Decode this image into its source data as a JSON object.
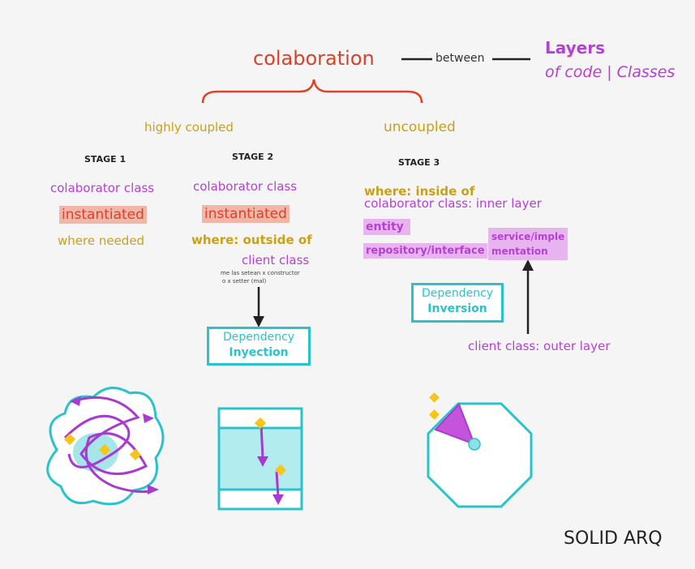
{
  "header": {
    "colaboration": "colaboration",
    "between": "between",
    "layers_title": "Layers",
    "layers_sub": "of code | Classes"
  },
  "coupling": {
    "high": "highly coupled",
    "none": "uncoupled"
  },
  "stage1": {
    "title": "STAGE 1",
    "line1": "colaborator class",
    "line2": "instantiated",
    "line3": "where needed"
  },
  "stage2": {
    "title": "STAGE 2",
    "line1": "colaborator class",
    "line2": "instantiated",
    "line3": "where: outside of",
    "line4": "client class",
    "note1": "me las setean x constructor",
    "note2": "o x setter (mal)",
    "box_line1": "Dependency",
    "box_line2": "Inyection"
  },
  "stage3": {
    "title": "STAGE 3",
    "line1": "where: inside of",
    "line2": "colaborator class: inner layer",
    "tag_entity": "entity",
    "tag_repo": "repository/interface",
    "tag_service1": "service/imple",
    "tag_service2": "mentation",
    "box_line1": "Dependency",
    "box_line2": "Inversion",
    "client": "client class: outer layer"
  },
  "footer": {
    "label": "SOLID ARQ"
  },
  "colors": {
    "purple": "#b640d4",
    "gold": "#c9a016",
    "red": "#d9412b",
    "cyan": "#2ac3cc",
    "yellow": "#f5c518"
  }
}
